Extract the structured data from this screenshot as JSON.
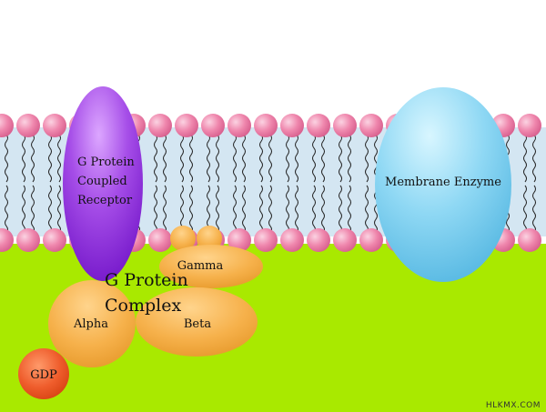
{
  "labels": {
    "receptor_line1": "G Protein",
    "receptor_line2": "Coupled",
    "receptor_line3": "Receptor",
    "enzyme": "Membrane Enzyme",
    "complex_line1": "G Protein",
    "complex_line2": "Complex",
    "alpha": "Alpha",
    "beta": "Beta",
    "gamma": "Gamma",
    "gdp": "GDP"
  },
  "watermark": "HLKMX.COM",
  "colors": {
    "background_top": "#ffffff",
    "cytoplasm": "#a9e900",
    "membrane_interior": "#d4e6f2",
    "phospholipid_head": "#ef87ad",
    "lipid_tail": "#222222",
    "receptor": "#a64ee8",
    "membrane_enzyme": "#8fd8f4",
    "subunit": "#f6b14b",
    "gdp": "#ef5d2c"
  }
}
